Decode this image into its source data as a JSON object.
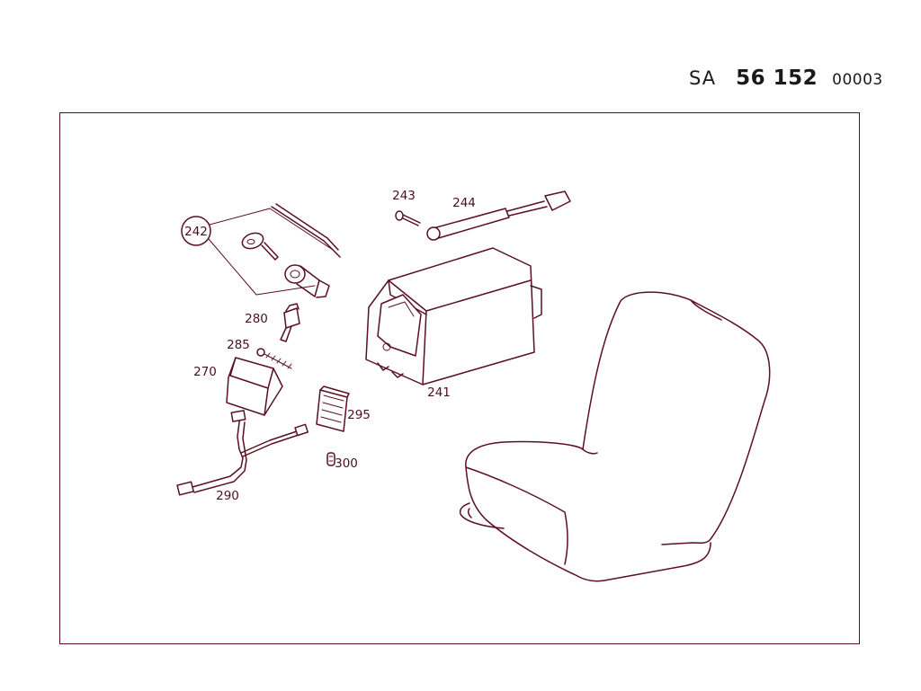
{
  "header": {
    "prefix": "SA",
    "number": "56 152",
    "suffix": "00003"
  },
  "parts": {
    "p241": "241",
    "p242": "242",
    "p243": "243",
    "p244": "244",
    "p270": "270",
    "p280": "280",
    "p285": "285",
    "p290": "290",
    "p295": "295",
    "p300": "300"
  },
  "colors": {
    "line": "#5a1020",
    "label": "#4a0f1c"
  }
}
